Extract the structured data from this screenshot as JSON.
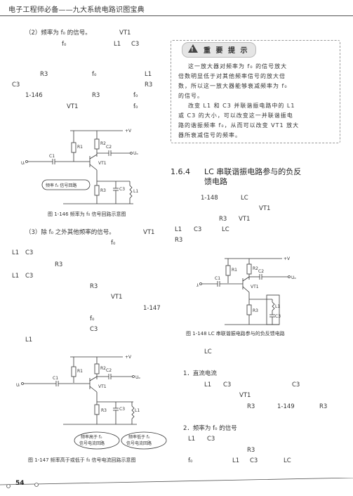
{
  "header": {
    "title": "电子工程师必备——九大系统电路识图宝典"
  },
  "left": {
    "p1": [
      "（2）频率为 f₀ 的信号。",
      "VT1",
      "f₀",
      "L1",
      "C3",
      "R3",
      "f₀",
      "L1",
      "C3",
      "R3",
      "1-146",
      "R3",
      "f₀",
      "VT1",
      "f₀"
    ],
    "fig146": {
      "caption": "图 1-146   频率为 f₀ 信号回路示意图",
      "loop_label": "频率 f₀ 信号回路"
    },
    "p2": [
      "（3）除 f₀ 之外其他频率的信号。",
      "VT1",
      "f₀",
      "L1",
      "C3",
      "R3",
      "L1",
      "C3",
      "R3",
      "VT1",
      "1-147",
      "f₀",
      "C3",
      "L1"
    ],
    "fig147": {
      "caption": "图 1-147   频率高于或低于 f₀ 信号电流回路示意图",
      "loop_high": [
        "频率高于 f₀",
        "信号电流回路"
      ],
      "loop_low": [
        "频率低于 f₀",
        "信号电流回路"
      ]
    }
  },
  "note": {
    "title": "重 要 提 示",
    "lines": [
      "这一放大器对频率为 f₀ 的信号放大",
      "倍数明显低于对其他频率信号的放大倍",
      "数，所以这一放大器能够衰减频率为 f₀",
      "的信号。",
      "改变 L1 和 C3 并联谐振电路中的 L1",
      "或 C3 的大小，可以改变这一并联谐振电",
      "路的谐振频率 f₀，从而可以改变 VT1 放大",
      "器所衰减信号的频率。"
    ]
  },
  "right": {
    "section_num": "1.6.4",
    "section_title": [
      "LC 串联谐振电路参与的负反",
      "馈电路"
    ],
    "p1": [
      "1-148",
      "LC",
      "VT1",
      "R3",
      "VT1",
      "L1",
      "C3",
      "LC",
      "R3"
    ],
    "fig148": {
      "caption": "图 1-148   LC 串联谐振电路参与的负反馈电路"
    },
    "lc": "LC",
    "h1": "1．直流电流",
    "p2": [
      "L1",
      "C3",
      "C3",
      "VT1",
      "R3",
      "1-149",
      "R3"
    ],
    "h2": "2．频率为 f₀ 的信号",
    "p3": [
      "L1",
      "C3",
      "R3",
      "f₀",
      "L1",
      "C3",
      "LC"
    ]
  },
  "labels": {
    "vplus": "+V",
    "r1": "R1",
    "r2": "R2",
    "r3": "R3",
    "c1": "C1",
    "c2": "C2",
    "c3": "C3",
    "l1": "L1",
    "vt1": "VT1",
    "ui": "Uᵢ",
    "uo": "Uₒ"
  },
  "page": {
    "number": "54"
  }
}
